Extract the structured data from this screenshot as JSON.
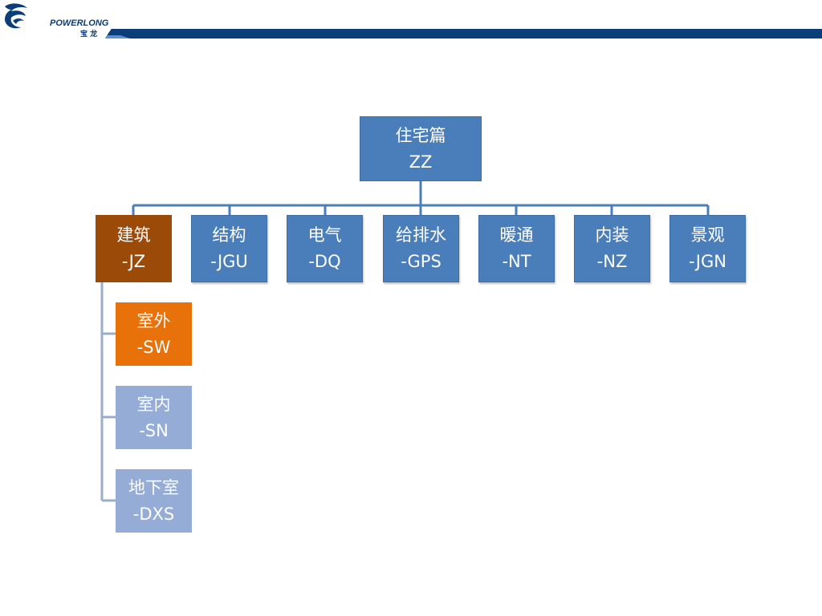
{
  "brand": {
    "name": "POWERLONG",
    "name_cn": "宝 龙",
    "colors": {
      "primary": "#0b3d7a",
      "bar": "#0b3d7a"
    }
  },
  "colors": {
    "node_blue": "#4a7ebb",
    "node_light": "#94acd6",
    "node_brown": "#9c4a07",
    "node_orange": "#e8710a",
    "connector": "#4a7ebb"
  },
  "tree": {
    "root": {
      "name": "住宅篇",
      "code": "ZZ"
    },
    "level1": [
      {
        "name": "建筑",
        "code": "-JZ"
      },
      {
        "name": "结构",
        "code": "-JGU"
      },
      {
        "name": "电气",
        "code": "-DQ"
      },
      {
        "name": "给排水",
        "code": "-GPS"
      },
      {
        "name": "暖通",
        "code": "-NT"
      },
      {
        "name": "内装",
        "code": "-NZ"
      },
      {
        "name": "景观",
        "code": "-JGN"
      }
    ],
    "level2": [
      {
        "name": "室外",
        "code": "-SW"
      },
      {
        "name": "室内",
        "code": "-SN"
      },
      {
        "name": "地下室",
        "code": "-DXS"
      }
    ]
  }
}
